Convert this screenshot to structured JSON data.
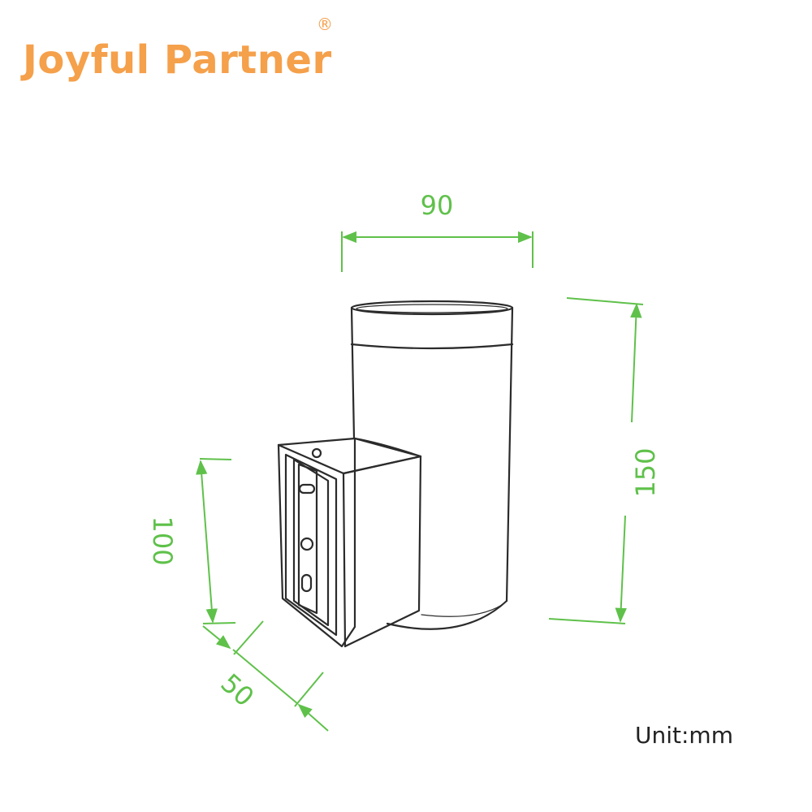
{
  "brand": {
    "name": "Joyful Partner",
    "registered": "®",
    "color": "#f5a04b"
  },
  "unit_label": "Unit:mm",
  "dimensions": {
    "width": "90",
    "height": "150",
    "bracket_height": "100",
    "depth": "50"
  },
  "colors": {
    "dimension": "#5fc14a",
    "outline": "#2b2b2b"
  }
}
